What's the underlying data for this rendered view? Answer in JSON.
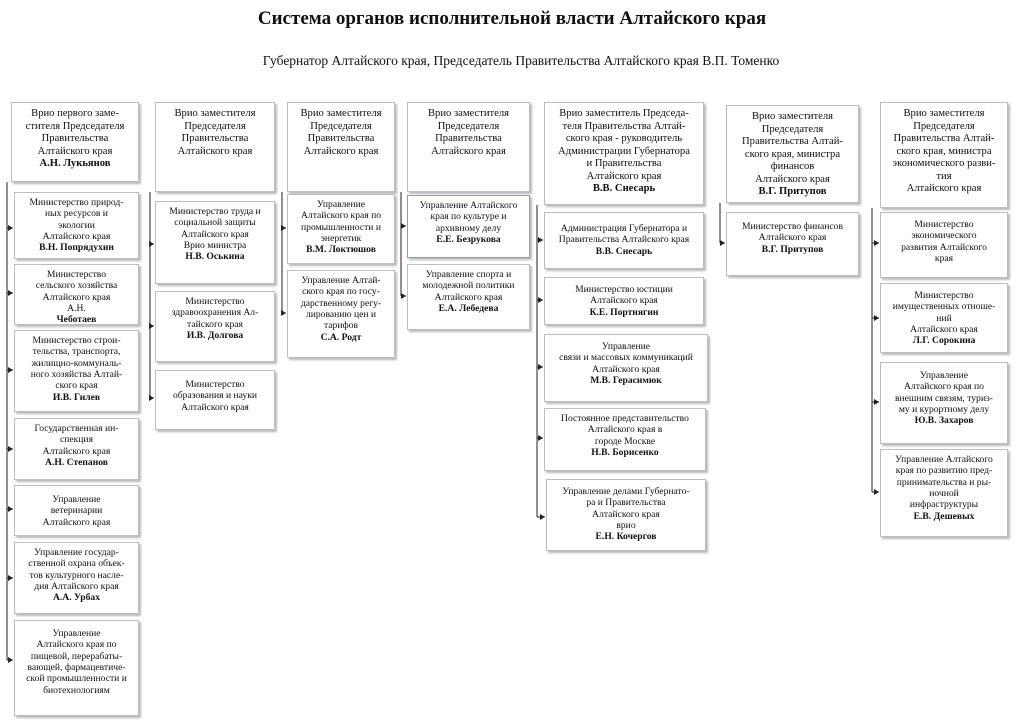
{
  "title": "Система органов исполнительной власти Алтайского края",
  "subtitle": "Губернатор Алтайского края, Председатель Правительства Алтайского края  В.П. Томенко",
  "columns": [
    {
      "head": {
        "text": "Врио первого заме-\nстителя Председателя\nПравительства\nАлтайского края",
        "name": "А.Н. Лукьянов"
      },
      "items": [
        {
          "text": "Министерство природ-\nных ресурсов и\nэкологии\nАлтайского края",
          "name": "В.Н. Попрядухин"
        },
        {
          "text": "Министерство\nсельского хозяйства\nАлтайского края\nА.Н. ",
          "name": "Чеботаев"
        },
        {
          "text": "Министерство строи-\nтельства, транспорта,\nжилищно-коммуналь-\nного хозяйства Алтай-\nского края",
          "name": "И.В. Гилев"
        },
        {
          "text": "Государственная ин-\nспекция\nАлтайского края",
          "name": "А.Н. Степанов"
        },
        {
          "text": "Управление\nветеринарии\nАлтайского края",
          "name": ""
        },
        {
          "text": "Управление государ-\nственной охрана объек-\nтов культурного насле-\nдия Алтайского края",
          "name": "А.А. Урбах"
        },
        {
          "text": "Управление\nАлтайского края по\nпищевой, перерабаты-\nвающей, фармацевтиче-\nской промышленности и\nбиотехнологиям",
          "name": ""
        }
      ]
    },
    {
      "head": {
        "text": "Врио заместителя\nПредседателя\nПравительства\nАлтайского края",
        "name": ""
      },
      "items": [
        {
          "text": "Министерство труда и\nсоциальной защиты\nАлтайского края\nВрио министра",
          "name": "Н.В. Оськина"
        },
        {
          "text": "Министерство\nздравоохранения Ал-\nтайского края",
          "name": "И.В. Долгова"
        },
        {
          "text": "Министерство\nобразования и науки\nАлтайского края",
          "name": ""
        }
      ]
    },
    {
      "head": {
        "text": "Врио заместителя\nПредседателя\nПравительства\nАлтайского края",
        "name": ""
      },
      "items": [
        {
          "text": "Управление\nАлтайского края по\nпромышленности и\nэнергетик",
          "name": "В.М. Локтюшов"
        },
        {
          "text": "Управление Алтай-\nского края по госу-\nдарственному регу-\nлированию цен и\nтарифов",
          "name": "С.А. Родт"
        }
      ]
    },
    {
      "head": {
        "text": "Врио заместителя\nПредседателя\nПравительства\nАлтайского края",
        "name": ""
      },
      "items": [
        {
          "text": "Управление Алтайского\nкрая по культуре и\nархивному делу",
          "name": "Е.Е. Безрукова"
        },
        {
          "text": "Управление спорта и\nмолодежной политики\nАлтайского края",
          "name": "Е.А. Лебедева"
        }
      ]
    },
    {
      "head": {
        "text": "Врио заместитель Председа-\nтеля Правительства Алтай-\nского края - руководитель\nАдминистрации Губернатора\nи Правительства\nАлтайского края",
        "name": "В.В. Снесарь"
      },
      "items": [
        {
          "text": "Администрация Губернатора и\nПравительства Алтайского края",
          "name": "В.В. Снесарь"
        },
        {
          "text": "Министерство юстиции\nАлтайского края",
          "name": "К.Е. Портнягин"
        },
        {
          "text": "Управление\nсвязи и массовых коммуникаций\nАлтайского края",
          "name": "М.В. Герасимюк"
        },
        {
          "text": "Постоянное представительство\nАлтайского края в\nгороде Москве",
          "name": "Н.В. Борисенко"
        },
        {
          "text": "Управление делами Губернато-\nра и Правительства\nАлтайского края\nврио ",
          "name": "Е.Н. Кочергов"
        }
      ]
    },
    {
      "head": {
        "text": "Врио заместителя\nПредседателя\nПравительства Алтай-\nского края, министра\nфинансов\nАлтайского края",
        "name": "В.Г. Притупов"
      },
      "items": [
        {
          "text": "Министерство финансов\nАлтайского края",
          "name": "В.Г. Притупов"
        }
      ]
    },
    {
      "head": {
        "text": "Врио заместителя\nПредседателя\nПравительства Алтай-\nского края, министра\nэкономического разви-\nтия\nАлтайского края",
        "name": ""
      },
      "items": [
        {
          "text": "Министерство\nэкономического\nразвития Алтайского\nкрая",
          "name": ""
        },
        {
          "text": "Министерство\nимущественных отноше-\nний\nАлтайского края",
          "name": "Л.Г. Сорокина"
        },
        {
          "text": "Управление\nАлтайского края по\nвнешним связям, туриз-\nму и курортному делу",
          "name": "Ю.В. Захаров"
        },
        {
          "text": "Управление Алтайского\nкрая по развитию пред-\nпринимательства и ры-\nночной\nинфраструктуры",
          "name": "Е.В. Дешевых"
        }
      ]
    }
  ]
}
